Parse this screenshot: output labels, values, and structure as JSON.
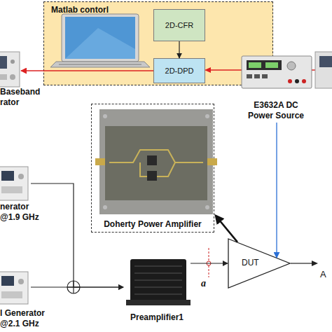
{
  "diagram": {
    "nodes": [
      {
        "text": [
          "Matlab contorl"
        ]
      },
      {
        "text": [
          "2D-CFR"
        ],
        "in": 0
      },
      {
        "text": [
          "2D-DPD"
        ],
        "in": 0
      },
      {
        "text": [
          "Baseband rator"
        ]
      },
      {
        "text": [
          "E3632A DC Power Source"
        ]
      },
      {
        "text": [
          "Doherty Power Amplifier"
        ]
      },
      {
        "text": [
          "nerator @1.9 GHz"
        ]
      },
      {
        "text": [
          "l Generator @2.1 GHz"
        ]
      },
      {
        "text": [
          "Preamplifier1"
        ]
      },
      {
        "text": [
          "DUT"
        ]
      }
    ],
    "edges": [
      {
        "from": 1,
        "to": 2,
        "arrow": "to"
      },
      {
        "from": 2,
        "to": 3,
        "arrow": "to"
      },
      {
        "from": 4,
        "to": 9,
        "arrow": "to"
      },
      {
        "from": 6,
        "to": 8,
        "arrow": "to"
      },
      {
        "from": 7,
        "to": 8,
        "arrow": "to"
      },
      {
        "from": 8,
        "to": 9,
        "arrow": "to"
      },
      {
        "from": 9,
        "to": 5,
        "arrow": "to"
      }
    ],
    "labels": [
      "a",
      "A"
    ]
  }
}
